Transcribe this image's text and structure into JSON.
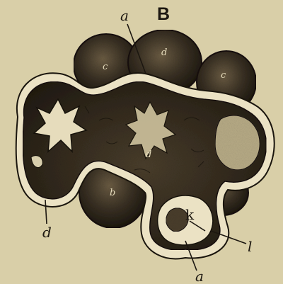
{
  "figure": {
    "figure_letter": "B",
    "labels": {
      "a_top": "a",
      "d_left": "d",
      "k": "k",
      "l": "l",
      "a_bottom": "a",
      "d_in_lobe_top": "d",
      "c_lobe_left": "c",
      "c_lobe_right": "c",
      "b_lobe_bottom": "b",
      "d_inner": "d"
    }
  },
  "colors": {
    "paper": "#d9cfa8",
    "ink": "#1c1710",
    "lobe_fill": "#3a3124",
    "body_fill": "#2d261b",
    "membrane": "#ebe2c4"
  }
}
